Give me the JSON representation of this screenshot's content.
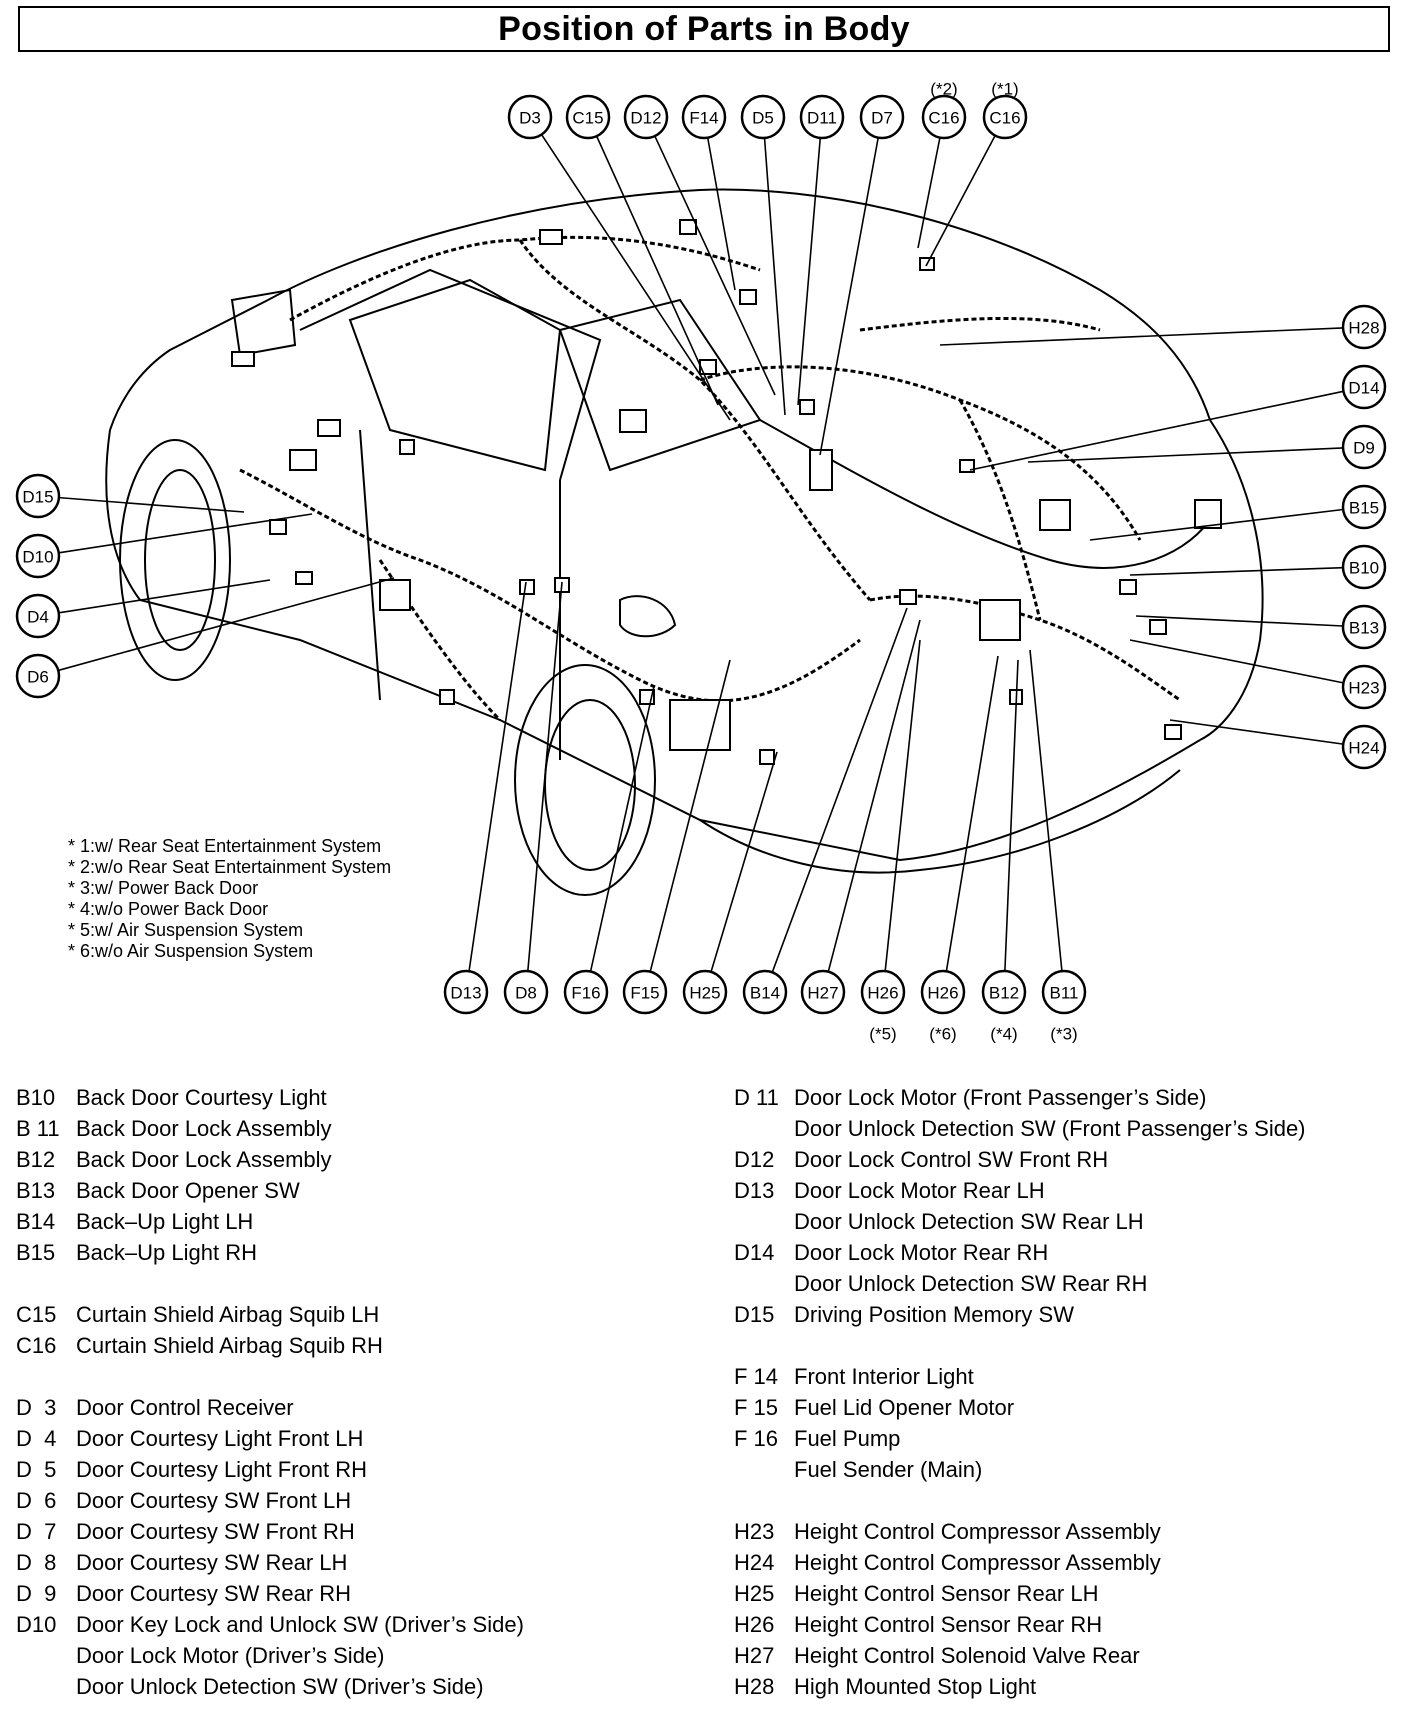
{
  "title": "Position of Parts in Body",
  "callouts": {
    "top": [
      {
        "label": "D3"
      },
      {
        "label": "C15"
      },
      {
        "label": "D12"
      },
      {
        "label": "F14"
      },
      {
        "label": "D5"
      },
      {
        "label": "D11"
      },
      {
        "label": "D7"
      },
      {
        "label": "C16",
        "note": "(*2)"
      },
      {
        "label": "C16",
        "note": "(*1)"
      }
    ],
    "left": [
      {
        "label": "D15"
      },
      {
        "label": "D10"
      },
      {
        "label": "D4"
      },
      {
        "label": "D6"
      }
    ],
    "right": [
      {
        "label": "H28"
      },
      {
        "label": "D14"
      },
      {
        "label": "D9"
      },
      {
        "label": "B15"
      },
      {
        "label": "B10"
      },
      {
        "label": "B13"
      },
      {
        "label": "H23"
      },
      {
        "label": "H24"
      }
    ],
    "bottom": [
      {
        "label": "D13"
      },
      {
        "label": "D8"
      },
      {
        "label": "F16"
      },
      {
        "label": "F15"
      },
      {
        "label": "H25"
      },
      {
        "label": "B14"
      },
      {
        "label": "H27"
      },
      {
        "label": "H26",
        "note": "(*5)"
      },
      {
        "label": "H26",
        "note": "(*6)"
      },
      {
        "label": "B12",
        "note": "(*4)"
      },
      {
        "label": "B11",
        "note": "(*3)"
      }
    ]
  },
  "footnotes": [
    "* 1:w/ Rear Seat Entertainment System",
    "* 2:w/o Rear Seat Entertainment System",
    "* 3:w/ Power Back Door",
    "* 4:w/o Power Back Door",
    "* 5:w/ Air Suspension System",
    "* 6:w/o Air Suspension System"
  ],
  "legend_left": [
    {
      "code": "B10",
      "name": "Back Door Courtesy Light"
    },
    {
      "code": "B 11",
      "name": "Back Door Lock Assembly"
    },
    {
      "code": "B12",
      "name": "Back Door Lock Assembly"
    },
    {
      "code": "B13",
      "name": "Back Door Opener SW"
    },
    {
      "code": "B14",
      "name": "Back–Up Light LH"
    },
    {
      "code": "B15",
      "name": "Back–Up Light RH"
    },
    {
      "code": "",
      "name": ""
    },
    {
      "code": "C15",
      "name": "Curtain Shield Airbag Squib LH"
    },
    {
      "code": "C16",
      "name": "Curtain Shield Airbag Squib RH"
    },
    {
      "code": "",
      "name": ""
    },
    {
      "code": "D  3",
      "name": "Door Control Receiver"
    },
    {
      "code": "D  4",
      "name": "Door Courtesy Light Front LH"
    },
    {
      "code": "D  5",
      "name": "Door Courtesy Light Front RH"
    },
    {
      "code": "D  6",
      "name": "Door Courtesy SW Front LH"
    },
    {
      "code": "D  7",
      "name": "Door Courtesy SW Front RH"
    },
    {
      "code": "D  8",
      "name": "Door Courtesy SW Rear LH"
    },
    {
      "code": "D  9",
      "name": "Door Courtesy SW Rear RH"
    },
    {
      "code": "D10",
      "name": "Door Key Lock and Unlock SW (Driver’s Side)"
    },
    {
      "code": "",
      "name": "Door Lock Motor (Driver’s Side)"
    },
    {
      "code": "",
      "name": "Door Unlock Detection SW (Driver’s Side)"
    }
  ],
  "legend_right": [
    {
      "code": "D 11",
      "name": "Door Lock Motor (Front Passenger’s Side)"
    },
    {
      "code": "",
      "name": "Door Unlock Detection SW (Front Passenger’s Side)"
    },
    {
      "code": "D12",
      "name": "Door Lock Control SW Front RH"
    },
    {
      "code": "D13",
      "name": "Door Lock Motor Rear LH"
    },
    {
      "code": "",
      "name": "Door Unlock Detection SW Rear LH"
    },
    {
      "code": "D14",
      "name": "Door Lock Motor Rear RH"
    },
    {
      "code": "",
      "name": "Door Unlock Detection SW Rear RH"
    },
    {
      "code": "D15",
      "name": "Driving Position Memory SW"
    },
    {
      "code": "",
      "name": ""
    },
    {
      "code": "F 14",
      "name": "Front Interior Light"
    },
    {
      "code": "F 15",
      "name": "Fuel Lid Opener Motor"
    },
    {
      "code": "F 16",
      "name": "Fuel Pump"
    },
    {
      "code": "",
      "name": "Fuel Sender (Main)"
    },
    {
      "code": "",
      "name": ""
    },
    {
      "code": "H23",
      "name": "Height Control Compressor Assembly"
    },
    {
      "code": "H24",
      "name": "Height Control Compressor Assembly"
    },
    {
      "code": "H25",
      "name": "Height Control Sensor Rear LH"
    },
    {
      "code": "H26",
      "name": "Height Control Sensor Rear RH"
    },
    {
      "code": "H27",
      "name": "Height Control Solenoid Valve Rear"
    },
    {
      "code": "H28",
      "name": "High Mounted Stop Light"
    }
  ]
}
